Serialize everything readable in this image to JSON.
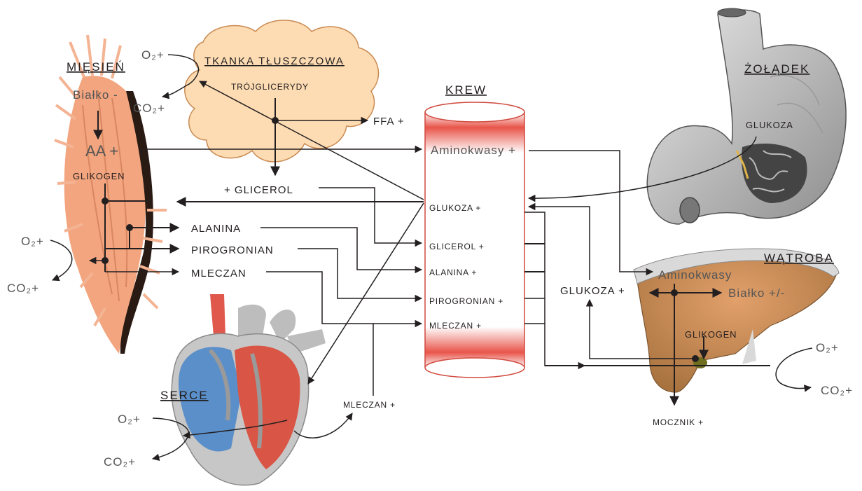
{
  "organs": {
    "muscle": {
      "title": "MIĘSIEŃ"
    },
    "adipose": {
      "title": "TKANKA TŁUSZCZOWA"
    },
    "blood": {
      "title": "KREW"
    },
    "stomach": {
      "title": "ŻOŁĄDEK"
    },
    "liver": {
      "title": "WĄTROBA"
    },
    "heart": {
      "title": "SERCE"
    }
  },
  "muscle": {
    "o2": "O₂+",
    "bialko": "Białko -",
    "co2": "CO₂+",
    "aa": "AA +",
    "glikogen": "GLIKOGEN",
    "alanina": "ALANINA",
    "pirogronian": "PIROGRONIAN",
    "mleczan": "MLECZAN",
    "o2_lower": "O₂+",
    "co2_lower": "CO₂+"
  },
  "adipose": {
    "trojglicerydy": "TRÓJGLICERYDY",
    "ffa": "FFA +",
    "glicerol": "+ GLICEROL"
  },
  "blood": {
    "aminokwasy": "Aminokwasy +",
    "glukoza": "GLUKOZA +",
    "glicerol": "GLICEROL +",
    "alanina": "ALANINA +",
    "pirogronian": "PIROGRONIAN +",
    "mleczan": "MLECZAN +"
  },
  "stomach": {
    "glukoza": "GLUKOZA"
  },
  "liver": {
    "aminokwasy": "Aminokwasy",
    "bialko": "Białko +/-",
    "glikogen": "GLIKOGEN",
    "glukoza": "GLUKOZA +",
    "mocznik": "MOCZNIK +",
    "o2": "O₂+",
    "co2": "CO₂+"
  },
  "heart": {
    "o2": "O₂+",
    "co2": "CO₂+",
    "mleczan": "MLECZAN +"
  }
}
